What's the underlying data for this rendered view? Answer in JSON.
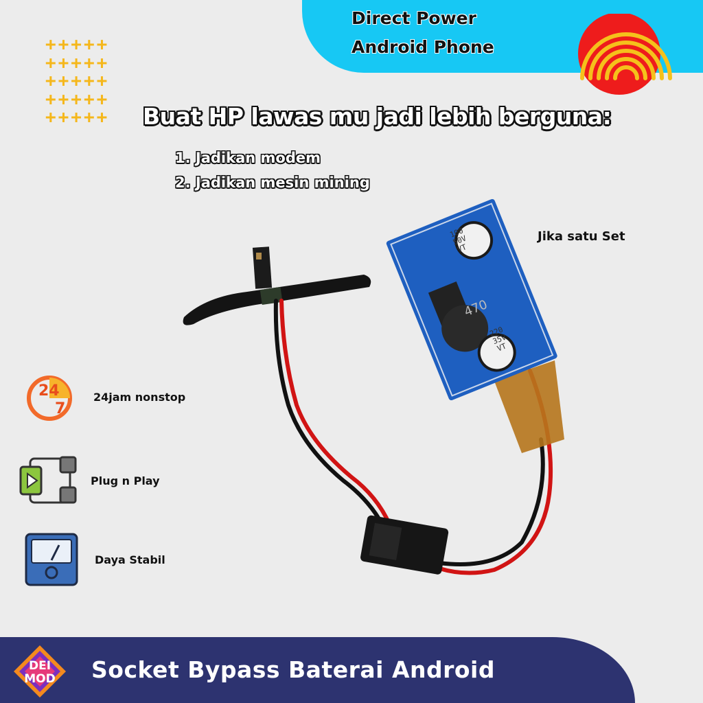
{
  "banner": {
    "line1": "Direct Power",
    "line2": "Android Phone"
  },
  "headline": "Buat HP lawas mu jadi lebih berguna:",
  "list": [
    "1. Jadikan modem",
    "2. Jadikan mesin mining"
  ],
  "set_label": "Jika satu Set",
  "features": [
    {
      "icon": "24-7-clock-icon",
      "label": "24jam nonstop"
    },
    {
      "icon": "plug-play-icon",
      "label": "Plug n Play"
    },
    {
      "icon": "gauge-meter-icon",
      "label": "Daya Stabil"
    }
  ],
  "footer": {
    "title": "Socket Bypass Baterai Android",
    "logo_line1": "DEI",
    "logo_line2": "MOD"
  },
  "board": {
    "cap1": [
      "100",
      "50V",
      "VT"
    ],
    "inductor": "470",
    "cap2": [
      "220",
      "35V",
      "VT"
    ]
  },
  "plus_rows": [
    "+++++",
    "+++++",
    "+++++",
    "+++++",
    "+++++"
  ],
  "colors": {
    "banner": "#17c8f4",
    "footer": "#2d3370",
    "accent": "#f5b71b",
    "signal_red": "#ee1c1c"
  }
}
